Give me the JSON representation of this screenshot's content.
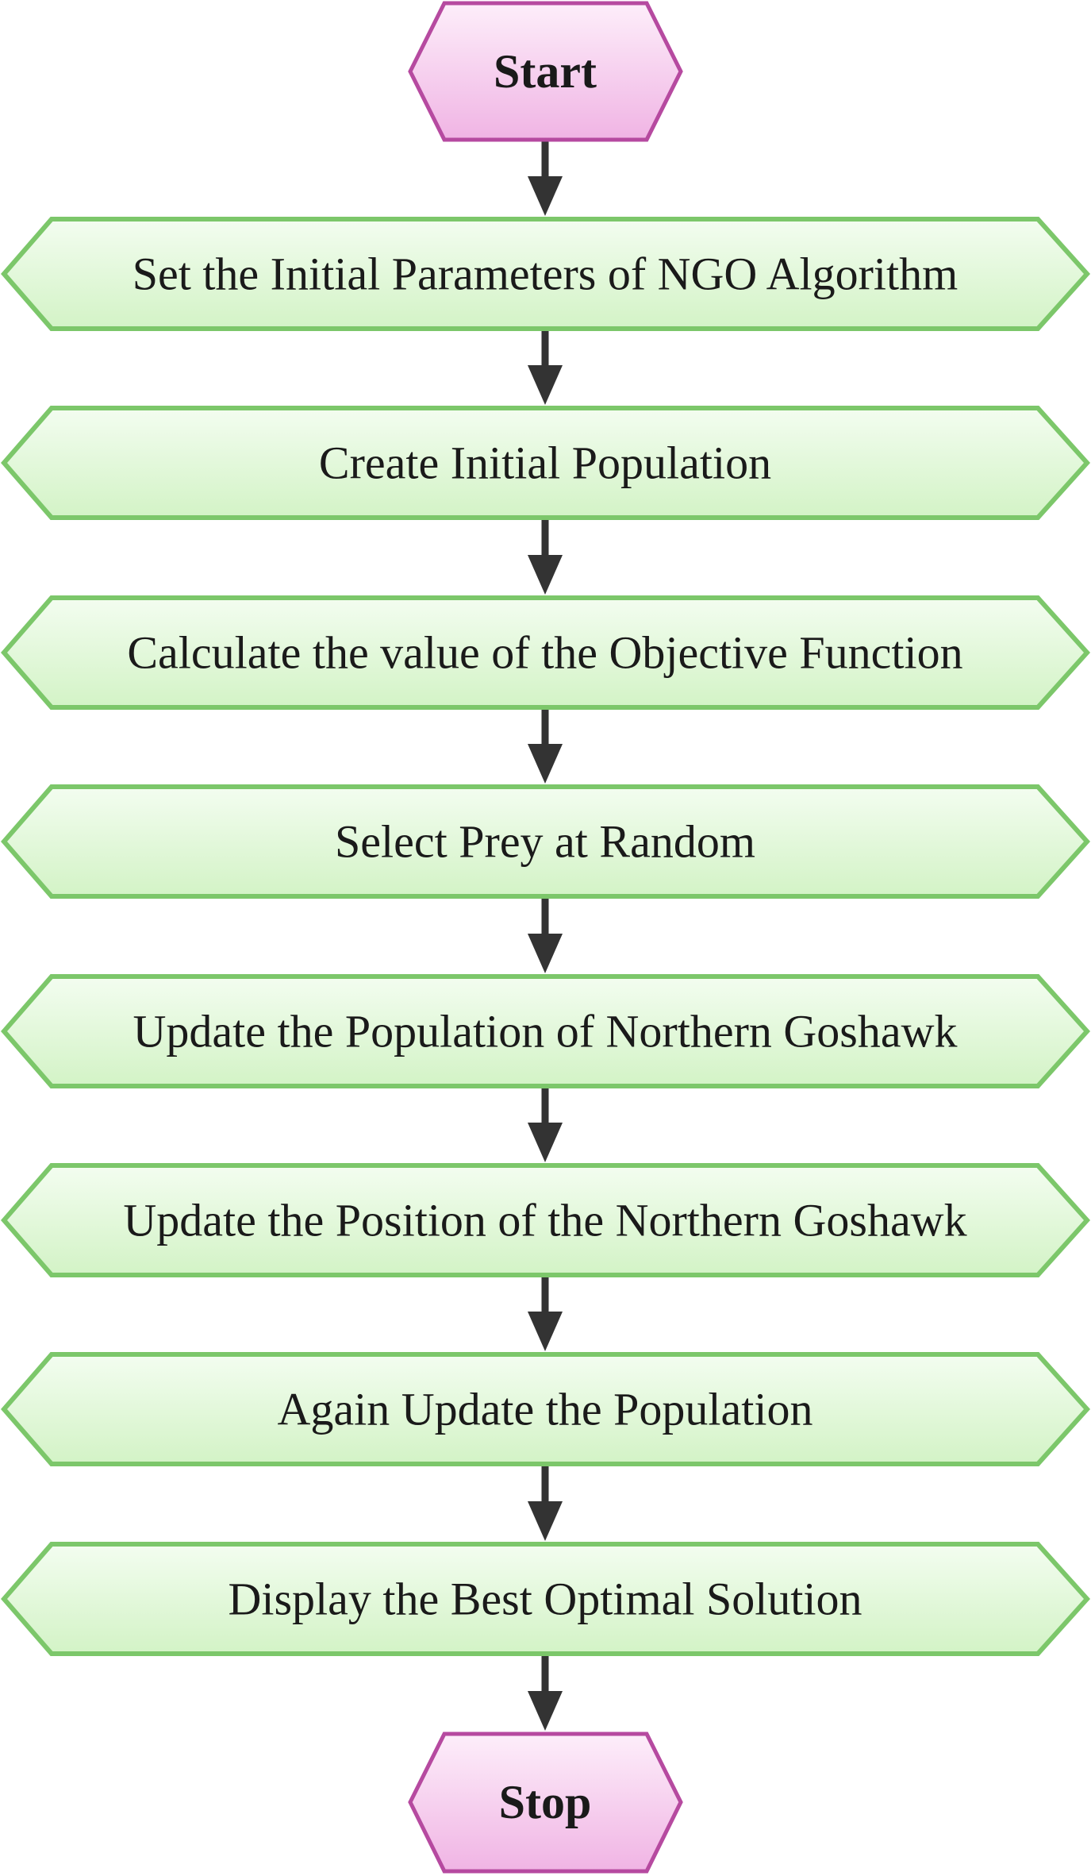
{
  "flowchart": {
    "start": {
      "label": "Start"
    },
    "steps": [
      {
        "label": "Set the Initial Parameters of NGO Algorithm"
      },
      {
        "label": "Create Initial Population"
      },
      {
        "label": "Calculate the value of the Objective Function"
      },
      {
        "label": "Select Prey at Random"
      },
      {
        "label": "Update the Population of Northern Goshawk"
      },
      {
        "label": "Update the Position of the Northern Goshawk"
      },
      {
        "label": "Again Update the Population"
      },
      {
        "label": "Display the Best Optimal Solution"
      }
    ],
    "end": {
      "label": "Stop"
    }
  },
  "colors": {
    "terminal_fill_light": "#fdeefa",
    "terminal_fill_dark": "#f0b4e4",
    "terminal_stroke": "#b64aa0",
    "step_fill_light": "#f3fdf0",
    "step_fill_dark": "#d3f3c6",
    "step_stroke": "#7cc76a",
    "arrow": "#333333"
  }
}
